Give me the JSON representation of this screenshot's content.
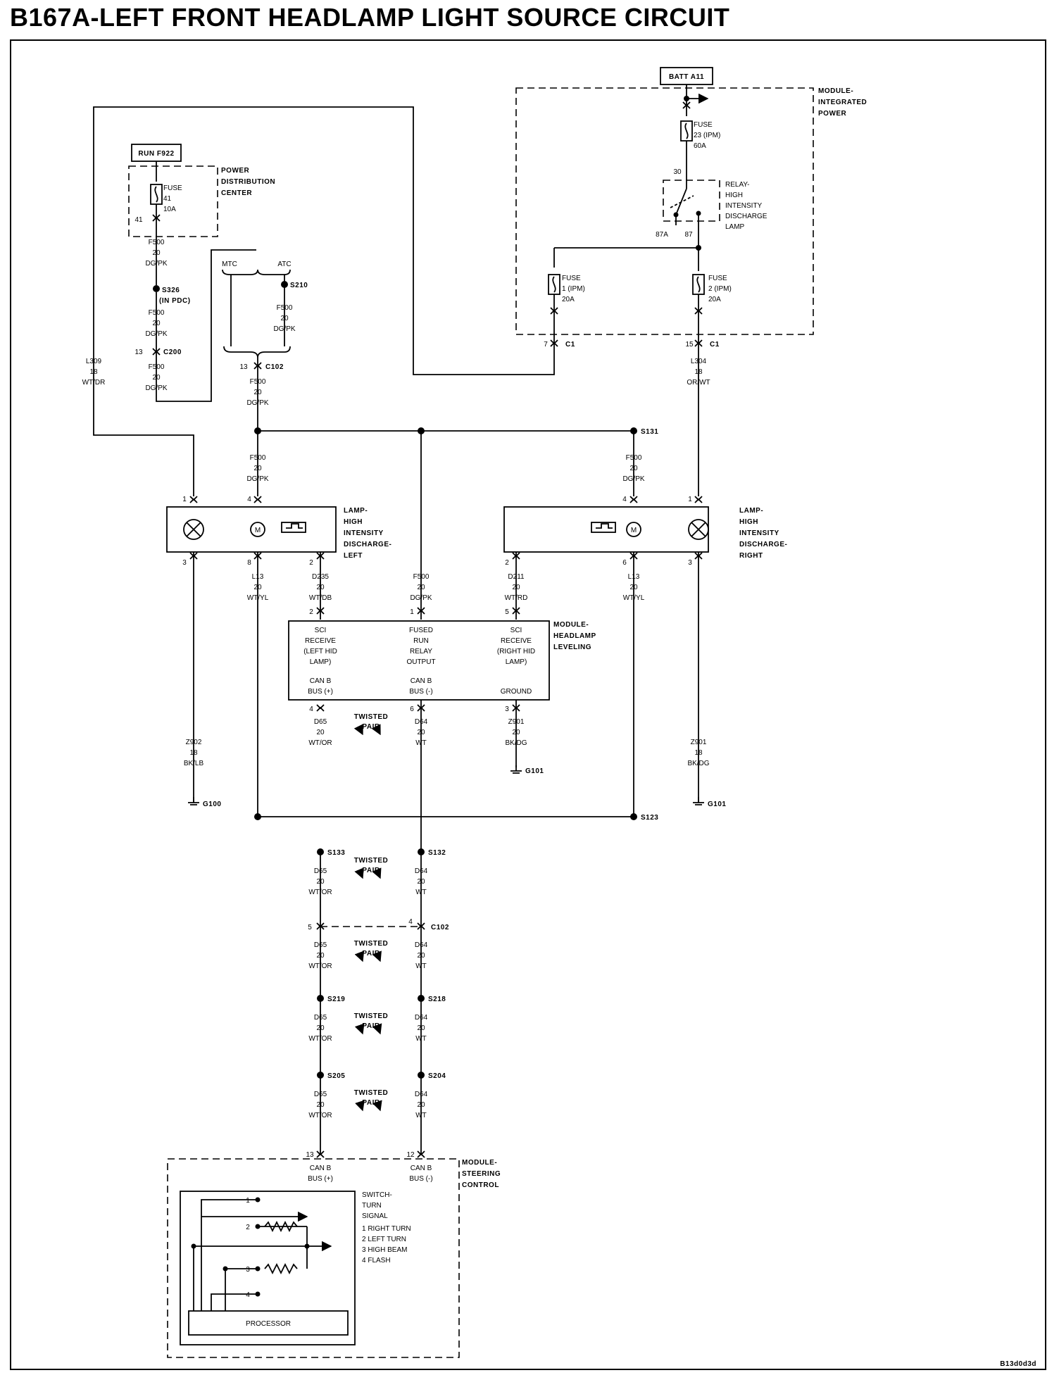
{
  "title": "B167A-LEFT FRONT HEADLAMP LIGHT SOURCE CIRCUIT",
  "footer_code": "B13d0d3d",
  "modules": {
    "ipm": [
      "MODULE-",
      "INTEGRATED",
      "POWER"
    ],
    "pdc": [
      "POWER",
      "DISTRIBUTION",
      "CENTER"
    ],
    "hl_level": [
      "MODULE-",
      "HEADLAMP",
      "LEVELING"
    ],
    "steering": [
      "MODULE-",
      "STEERING",
      "CONTROL"
    ],
    "lamp_left": [
      "LAMP-",
      "HIGH",
      "INTENSITY",
      "DISCHARGE-",
      "LEFT"
    ],
    "lamp_right": [
      "LAMP-",
      "HIGH",
      "INTENSITY",
      "DISCHARGE-",
      "RIGHT"
    ]
  },
  "power_sources": {
    "batt": "BATT A11",
    "run": "RUN F922"
  },
  "fuses": {
    "f23": [
      "FUSE",
      "23 (IPM)",
      "60A"
    ],
    "f41": [
      "FUSE",
      "41",
      "10A"
    ],
    "f1": [
      "FUSE",
      "1 (IPM)",
      "20A"
    ],
    "f2": [
      "FUSE",
      "2 (IPM)",
      "20A"
    ]
  },
  "relay": [
    "RELAY-",
    "HIGH",
    "INTENSITY",
    "DISCHARGE",
    "LAMP"
  ],
  "relay_pins": {
    "p30": "30",
    "p87a": "87A",
    "p87": "87"
  },
  "fuse_pin_41": "41",
  "wires": {
    "f500_a": [
      "F500",
      "20",
      "DG/PK"
    ],
    "f500_b": [
      "F500",
      "20",
      "DG/PK"
    ],
    "f500_c": [
      "F500",
      "20",
      "DG/PK"
    ],
    "f500_s210": [
      "F500",
      "20",
      "DG/PK"
    ],
    "f500_c102": [
      "F500",
      "20",
      "DG/PK"
    ],
    "f500_left": [
      "F500",
      "20",
      "DG/PK"
    ],
    "f500_right": [
      "F500",
      "20",
      "DG/PK"
    ],
    "f500_module": [
      "F500",
      "20",
      "DG/PK"
    ],
    "l309": [
      "L309",
      "18",
      "WT/DR"
    ],
    "l304": [
      "L304",
      "18",
      "OR/WT"
    ],
    "l13_left": [
      "L13",
      "20",
      "WT/YL"
    ],
    "l13_right": [
      "L13",
      "20",
      "WT/YL"
    ],
    "d235": [
      "D235",
      "20",
      "WT/DB"
    ],
    "d211": [
      "D211",
      "20",
      "WT/RD"
    ],
    "z902": [
      "Z902",
      "18",
      "BK/LB"
    ],
    "z901_mod": [
      "Z901",
      "20",
      "BK/DG"
    ],
    "z901_right": [
      "Z901",
      "18",
      "BK/DG"
    ],
    "d65": [
      "D65",
      "20",
      "WT/OR"
    ],
    "d64": [
      "D64",
      "20",
      "WT"
    ]
  },
  "splices": {
    "s326": "S326",
    "s326_note": "(IN PDC)",
    "s210": "S210",
    "s131": "S131",
    "s123": "S123",
    "s133": "S133",
    "s132": "S132",
    "s219": "S219",
    "s218": "S218",
    "s205": "S205",
    "s204": "S204"
  },
  "connectors": {
    "c200": "C200",
    "c102": "C102",
    "c1": "C1"
  },
  "grounds": {
    "g100": "G100",
    "g101a": "G101",
    "g101b": "G101"
  },
  "options": {
    "mtc": "MTC",
    "atc": "ATC"
  },
  "twisted_pair": [
    "TWISTED",
    "PAIR"
  ],
  "pins": {
    "c200_13": "13",
    "c102_13": "13",
    "c1_7": "7",
    "c1_15": "15",
    "ll_1": "1",
    "ll_4": "4",
    "ll_3": "3",
    "ll_8": "8",
    "ll_2": "2",
    "rl_4": "4",
    "rl_1": "1",
    "rl_2": "2",
    "rl_6": "6",
    "rl_3": "3",
    "hl_2": "2",
    "hl_1": "1",
    "hl_5": "5",
    "hl_4": "4",
    "hl_6": "6",
    "hl_3": "3",
    "c102b_5": "5",
    "c102b_4": "4",
    "sc_13": "13",
    "sc_12": "12"
  },
  "hl_module_text": {
    "sci_left": [
      "SCI",
      "RECEIVE",
      "(LEFT HID",
      "LAMP)"
    ],
    "fused_run": [
      "FUSED",
      "RUN",
      "RELAY",
      "OUTPUT"
    ],
    "sci_right": [
      "SCI",
      "RECEIVE",
      "(RIGHT HID",
      "LAMP)"
    ],
    "can_b_plus": [
      "CAN B",
      "BUS (+)"
    ],
    "can_b_minus": [
      "CAN B",
      "BUS (-)"
    ],
    "ground": "GROUND"
  },
  "steering_text": {
    "can_b_plus": [
      "CAN B",
      "BUS (+)"
    ],
    "can_b_minus": [
      "CAN B",
      "BUS (-)"
    ],
    "switch": [
      "SWITCH-",
      "TURN",
      "SIGNAL"
    ],
    "switch_items": [
      "1 RIGHT TURN",
      "2 LEFT TURN",
      "3 HIGH BEAM",
      "4 FLASH"
    ],
    "switch_pins": [
      "1",
      "2",
      "3",
      "4"
    ],
    "processor": "PROCESSOR"
  },
  "motor_label": "M"
}
